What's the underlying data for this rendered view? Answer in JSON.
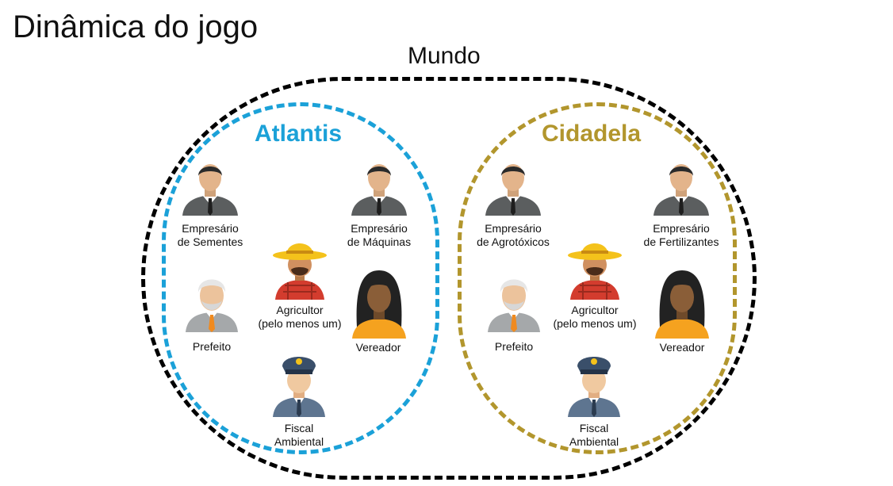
{
  "title": "Dinâmica do jogo",
  "world": {
    "label": "Mundo",
    "border_color": "#000000"
  },
  "regions": [
    {
      "name": "Atlantis",
      "color": "#1ba1d8",
      "roles": [
        {
          "icon": "businessman-icon",
          "label": "Empresário\nde Sementes"
        },
        {
          "icon": "businessman-icon",
          "label": "Empresário\nde Máquinas"
        },
        {
          "icon": "farmer-icon",
          "label": "Agricultor\n(pelo menos um)"
        },
        {
          "icon": "mayor-icon",
          "label": "Prefeito"
        },
        {
          "icon": "councilwoman-icon",
          "label": "Vereador"
        },
        {
          "icon": "police-officer-icon",
          "label": "Fiscal\nAmbiental"
        }
      ]
    },
    {
      "name": "Cidadela",
      "color": "#b2962d",
      "roles": [
        {
          "icon": "businessman-icon",
          "label": "Empresário\nde Agrotóxicos"
        },
        {
          "icon": "businessman-icon",
          "label": "Empresário\nde Fertilizantes"
        },
        {
          "icon": "farmer-icon",
          "label": "Agricultor\n(pelo menos um)"
        },
        {
          "icon": "mayor-icon",
          "label": "Prefeito"
        },
        {
          "icon": "councilwoman-icon",
          "label": "Vereador"
        },
        {
          "icon": "police-officer-icon",
          "label": "Fiscal\nAmbiental"
        }
      ]
    }
  ]
}
